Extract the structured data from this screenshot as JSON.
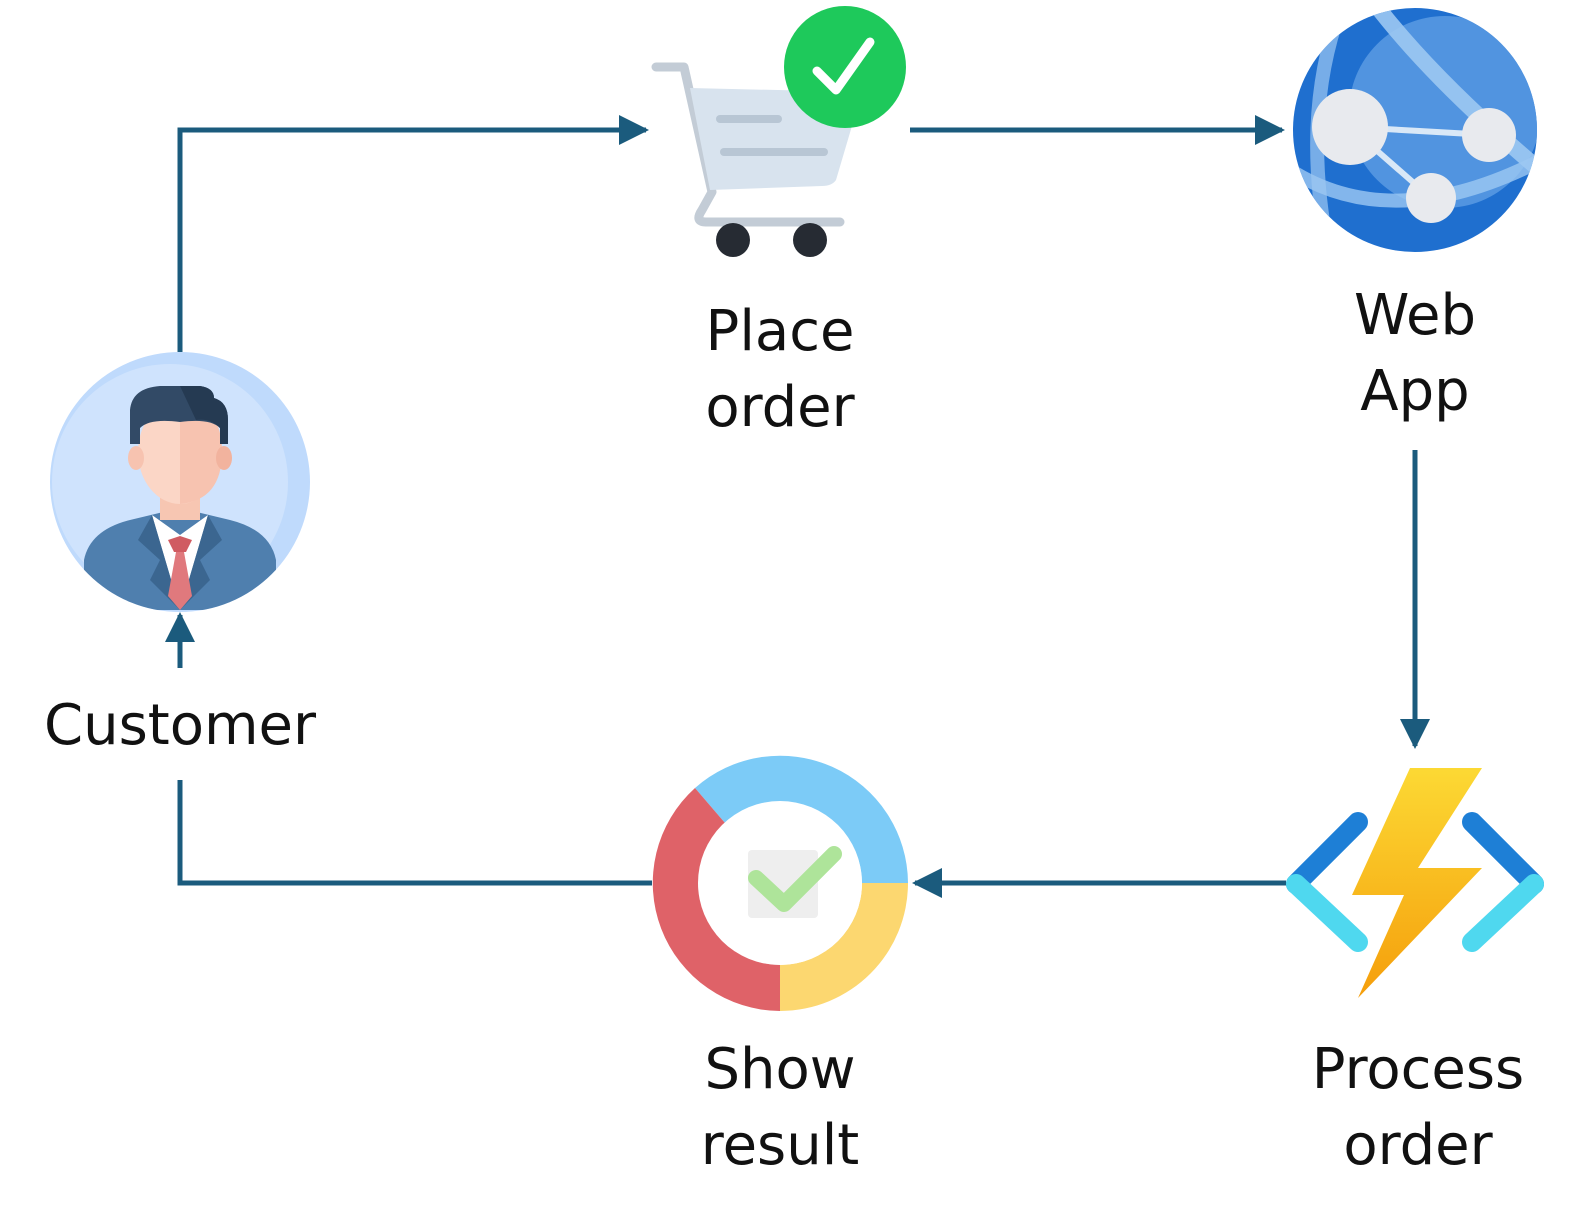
{
  "nodes": {
    "customer": {
      "label": "Customer",
      "icon": "customer-avatar-icon"
    },
    "place_order": {
      "label_lines": [
        "Place",
        "order"
      ],
      "icon": "shopping-cart-check-icon"
    },
    "web_app": {
      "label_lines": [
        "Web",
        "App"
      ],
      "icon": "web-app-globe-icon"
    },
    "process_order": {
      "label_lines": [
        "Process",
        "order"
      ],
      "icon": "function-lightning-icon"
    },
    "show_result": {
      "label_lines": [
        "Show",
        "result"
      ],
      "icon": "result-donut-check-icon"
    }
  },
  "edges": [
    {
      "from": "customer",
      "to": "place_order"
    },
    {
      "from": "place_order",
      "to": "web_app"
    },
    {
      "from": "web_app",
      "to": "process_order"
    },
    {
      "from": "process_order",
      "to": "show_result"
    },
    {
      "from": "show_result",
      "to": "customer"
    }
  ],
  "colors": {
    "connector": "#1b5b7d",
    "check_green": "#22c55e",
    "globe_blue": "#1f6fcf",
    "lightning_yellow": "#fbbf24",
    "bracket_blue": "#1e7fd6",
    "bracket_cyan": "#4fd8ef"
  }
}
